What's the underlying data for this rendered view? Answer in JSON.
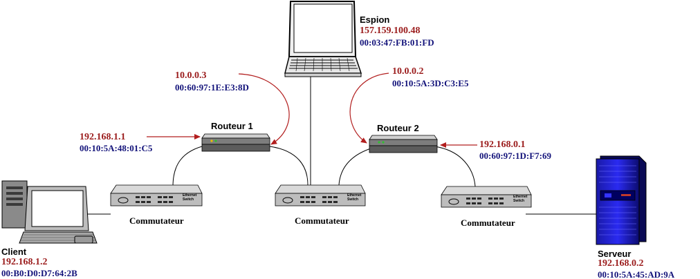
{
  "colors": {
    "ip": "#9b1c1c",
    "mac": "#12127a",
    "arrow": "#b21e1e",
    "cable": "#000000"
  },
  "nodes": {
    "espion": {
      "name": "Espion",
      "ip": "157.159.100.48",
      "mac": "00:03:47:FB:01:FD",
      "icon": "laptop-icon"
    },
    "client": {
      "name": "Client",
      "ip": "192.168.1.2",
      "mac": "00:B0:D0:D7:64:2B",
      "icon": "desktop-computer-icon"
    },
    "serveur": {
      "name": "Serveur",
      "ip": "192.168.0.2",
      "mac": "00:10:5A:45:AD:9A",
      "icon": "server-tower-icon"
    },
    "routeur1": {
      "name": "Routeur 1",
      "icon": "router-icon"
    },
    "routeur2": {
      "name": "Routeur 2",
      "icon": "router-icon"
    },
    "switch_left": {
      "name": "Commutateur",
      "badge": "Ethernet Switch",
      "icon": "switch-icon"
    },
    "switch_mid": {
      "name": "Commutateur",
      "badge": "Ethernet Switch",
      "icon": "switch-icon"
    },
    "switch_right": {
      "name": "Commutateur",
      "badge": "Ethernet Switch",
      "icon": "switch-icon"
    }
  },
  "interfaces": {
    "r1_wan": {
      "ip": "10.0.0.3",
      "mac": "00:60:97:1E:E3:8D"
    },
    "r1_lan": {
      "ip": "192.168.1.1",
      "mac": "00:10:5A:48:01:C5"
    },
    "r2_wan": {
      "ip": "10.0.0.2",
      "mac": "00:10:5A:3D:C3:E5"
    },
    "r2_lan": {
      "ip": "192.168.0.1",
      "mac": "00:60:97:1D:F7:69"
    }
  }
}
